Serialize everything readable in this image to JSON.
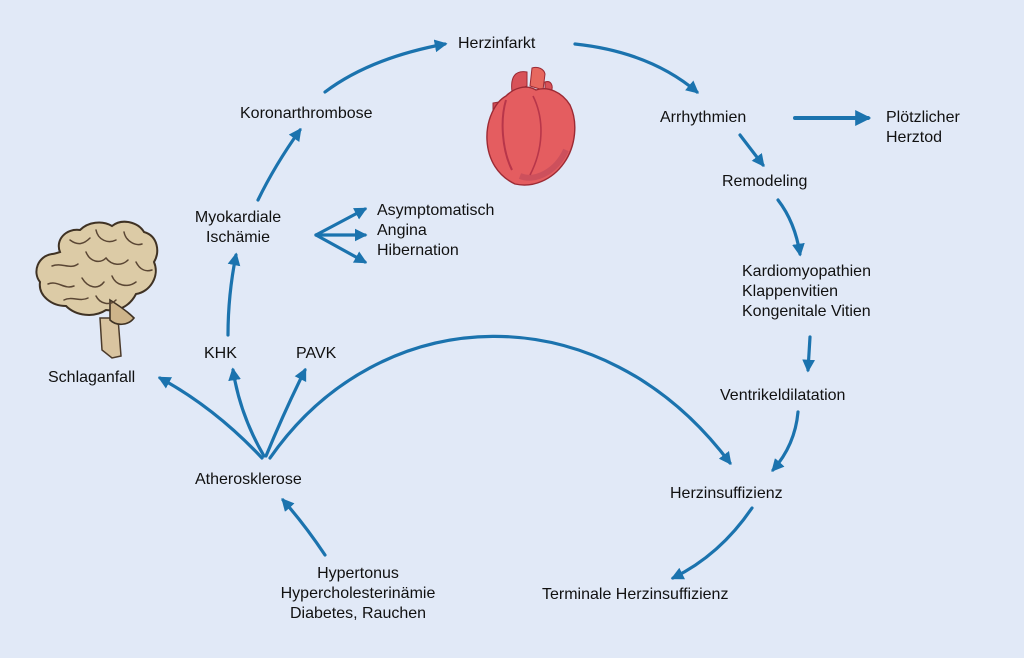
{
  "colors": {
    "background": "#e1e9f7",
    "arrow": "#1b73ae",
    "text": "#111111",
    "heart": "#e0575d",
    "brain": "#d8c19a"
  },
  "icons": {
    "heart": "heart-icon",
    "brain": "brain-icon"
  },
  "nodes": {
    "herzinfarkt": "Herzinfarkt",
    "koronarthrombose": "Koronarthrombose",
    "arrhythmien": "Arrhythmien",
    "ploetzlicher_herztod": "Plötzlicher\nHerztod",
    "remodeling": "Remodeling",
    "myokardiale_ischaemie": "Myokardiale\nIschämie",
    "ischaemie_folgen": "Asymptomatisch\nAngina\nHibernation",
    "kardiomyopathien": "Kardiomyopathien\nKlappenvitien\nKongenitale Vitien",
    "ventrikeldilatation": "Ventrikeldilatation",
    "khk": "KHK",
    "pavk": "PAVK",
    "schlaganfall": "Schlaganfall",
    "atherosklerose": "Atherosklerose",
    "herzinsuffizienz": "Herzinsuffizienz",
    "risikofaktoren": "Hypertonus\nHypercholesterinämie\nDiabetes, Rauchen",
    "terminale_herzinsuffizienz": "Terminale Herzinsuffizienz"
  }
}
